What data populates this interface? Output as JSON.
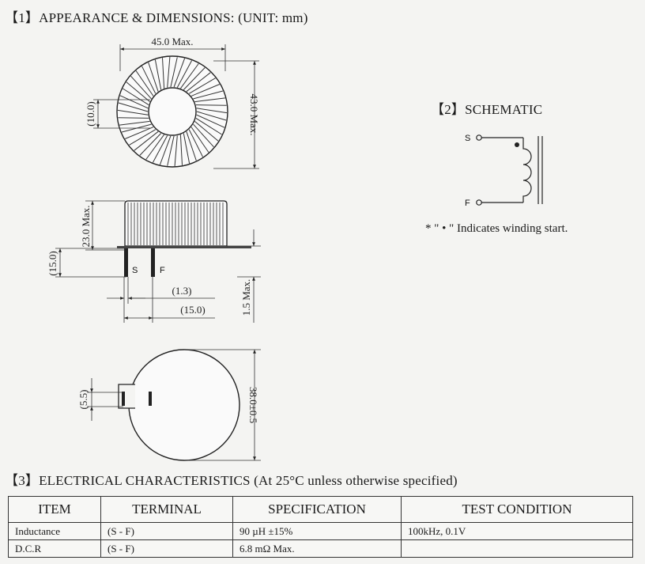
{
  "sections": {
    "appearance": "【1】APPEARANCE & DIMENSIONS: (UNIT: mm)",
    "schematic": "【2】SCHEMATIC",
    "electrical": "【3】ELECTRICAL CHARACTERISTICS (At 25°C unless otherwise specified)"
  },
  "dimensions": {
    "width_max": "45.0 Max.",
    "height_max": "43.0 Max.",
    "inner_dia": "(10.0)",
    "thickness_max": "23.0 Max.",
    "pin_spacing": "(15.0)",
    "pin_width": "(1.3)",
    "pin_pitch": "(15.0)",
    "pin_length": "1.5 Max.",
    "base_dia": "38.0±0.5",
    "pad_spacing": "(5.5)"
  },
  "terminals": {
    "s": "S",
    "f": "F"
  },
  "schematic": {
    "s": "S",
    "f": "F",
    "note": "* \" • \" Indicates winding start."
  },
  "table": {
    "headers": [
      "ITEM",
      "TERMINAL",
      "SPECIFICATION",
      "TEST CONDITION"
    ],
    "rows": [
      [
        "Inductance",
        "(S - F)",
        "90 µH ±15%",
        "100kHz, 0.1V"
      ],
      [
        "D.C.R",
        "(S - F)",
        "6.8 mΩ Max.",
        ""
      ]
    ]
  }
}
